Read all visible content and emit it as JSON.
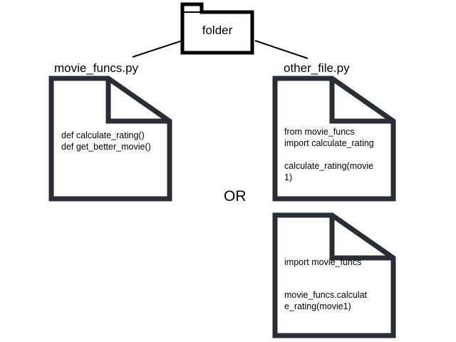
{
  "folder": {
    "label": "folder"
  },
  "files": {
    "movie_funcs": {
      "name": "movie_funcs.py",
      "lines": [
        "def calculate_rating()",
        "def get_better_movie()"
      ]
    },
    "other_file": {
      "name": "other_file.py",
      "option_a": {
        "lines": [
          "from movie_funcs",
          "import calculate_rating",
          "calculate_rating(movie",
          "1)"
        ]
      },
      "option_b": {
        "lines": [
          "import movie_funcs",
          "movie_funcs.calculat",
          "e_rating(movie1)"
        ]
      }
    }
  },
  "separator": {
    "label": "OR"
  },
  "colors": {
    "outline": "#2a2d33",
    "folder_outline": "#000000",
    "text": "#000000",
    "background": "#ffffff"
  }
}
